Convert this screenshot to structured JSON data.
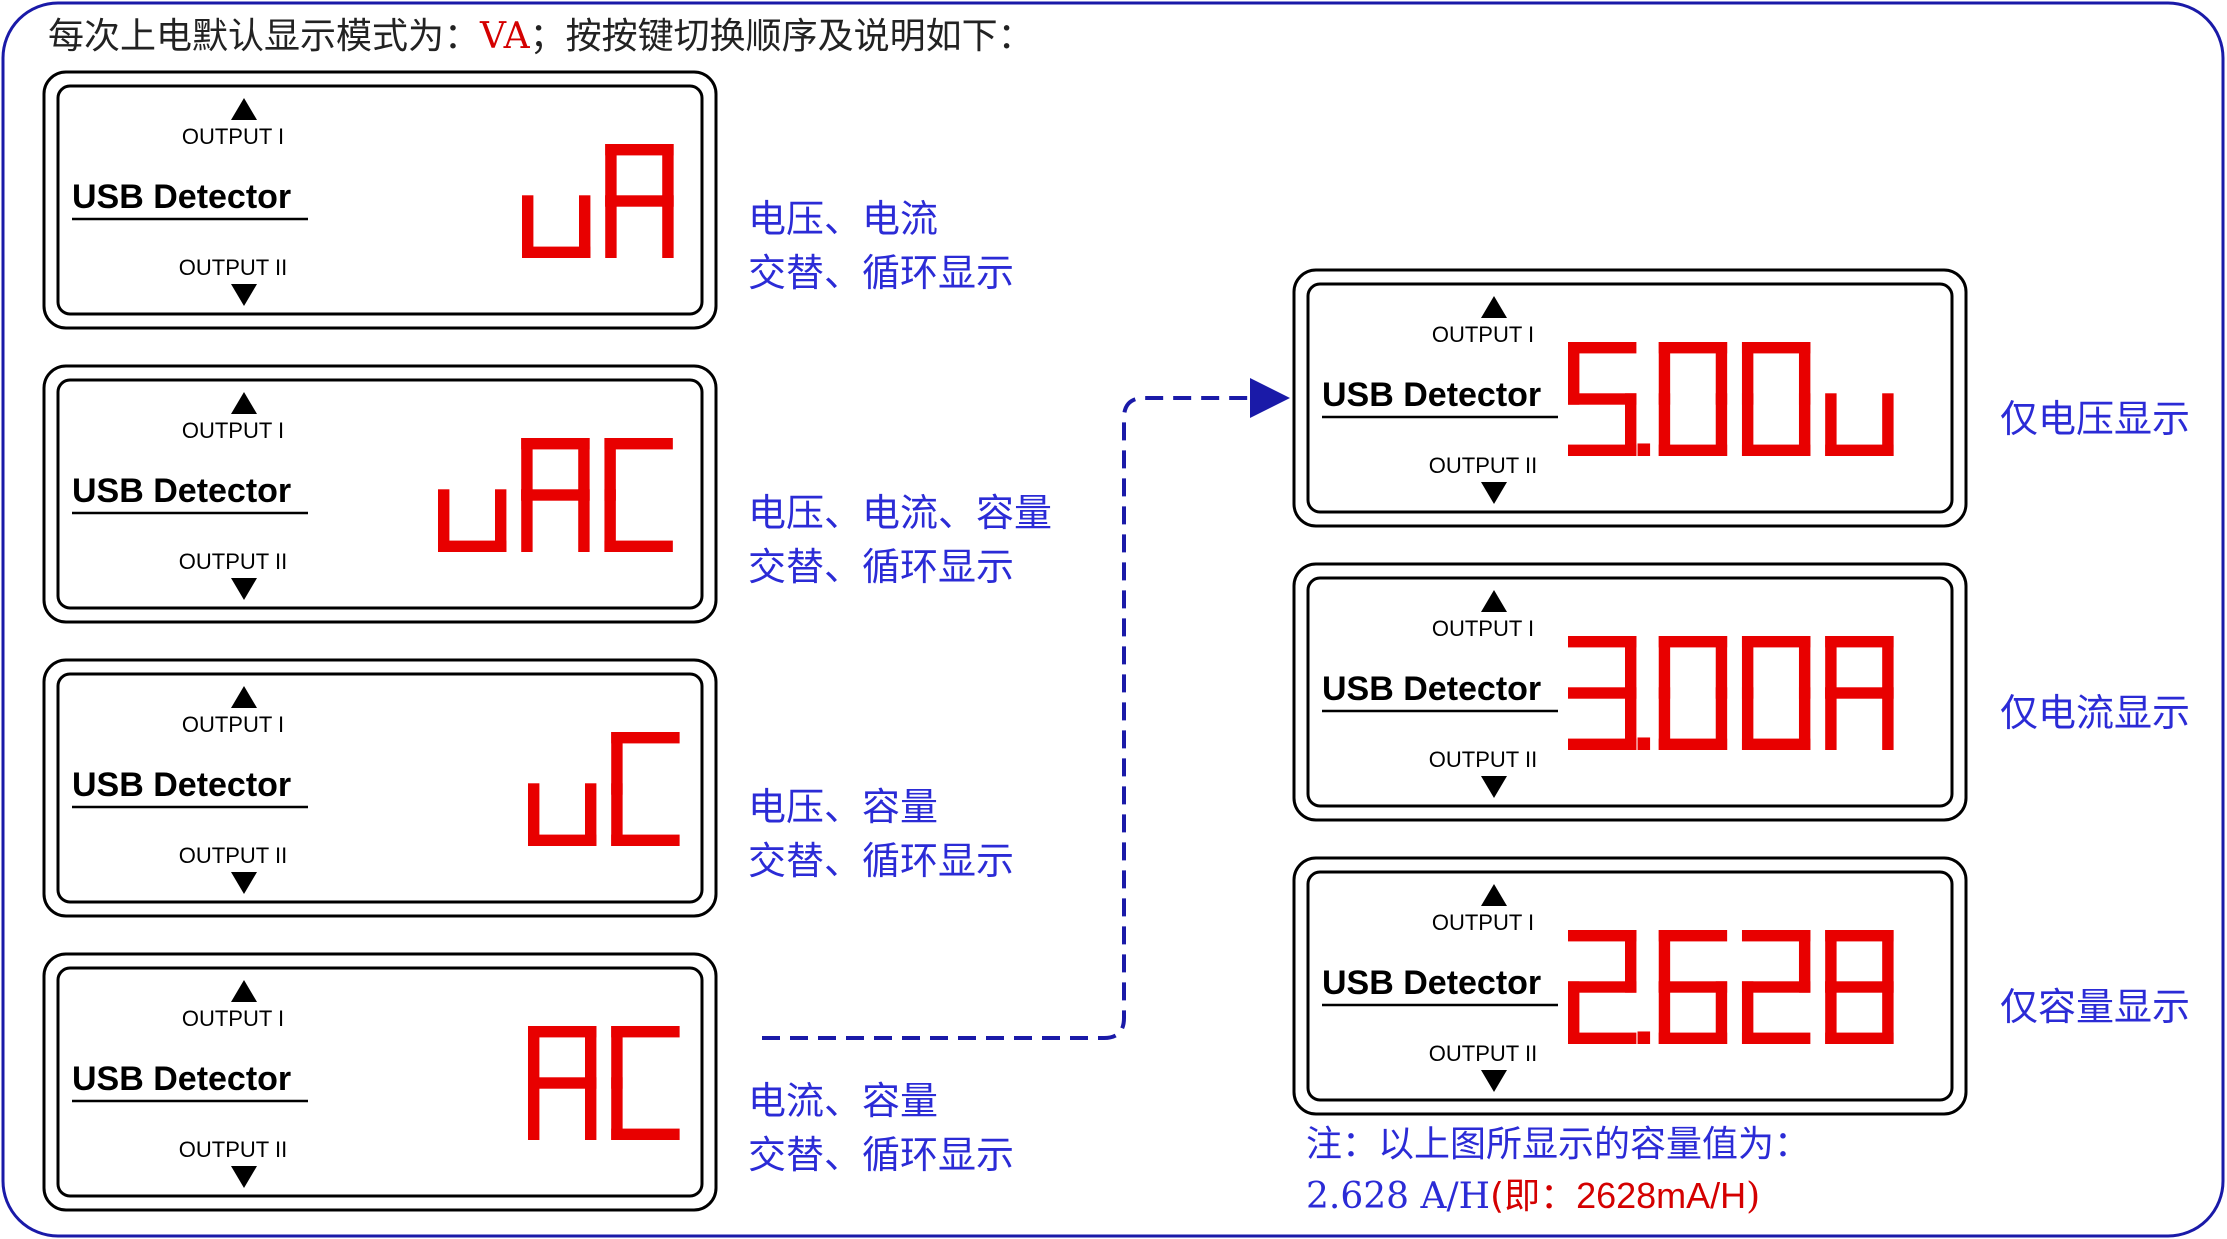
{
  "header": {
    "prefix": "每次上电默认显示模式为：",
    "mode": "VA",
    "suffix": "；按按键切换顺序及说明如下："
  },
  "device": {
    "brand": "USB Detector",
    "output_1": "OUTPUT I",
    "output_2": "OUTPUT II"
  },
  "modes": [
    {
      "display": "uA",
      "desc_line1": "电压、电流",
      "desc_line2": "交替、循环显示"
    },
    {
      "display": "uAC",
      "desc_line1": "电压、电流、容量",
      "desc_line2": "交替、循环显示"
    },
    {
      "display": "uC",
      "desc_line1": "电压、容量",
      "desc_line2": "交替、循环显示"
    },
    {
      "display": "AC",
      "desc_line1": "电流、容量",
      "desc_line2": "交替、循环显示"
    }
  ],
  "single_modes": [
    {
      "display": "5.00u",
      "desc": "仅电压显示"
    },
    {
      "display": "3.00A",
      "desc": "仅电流显示"
    },
    {
      "display": "2.628",
      "desc": "仅容量显示"
    }
  ],
  "note": {
    "line1": "注：以上图所显示的容量值为：",
    "value": "2.628 A/H",
    "open": "(即：",
    "equiv": "2628mA/H",
    "close": ")"
  },
  "colors": {
    "frame": "#1a1aa8",
    "segment": "#e80000",
    "desc_text": "#2b2bd6",
    "header_text": "#222222",
    "highlight": "#d40000"
  }
}
